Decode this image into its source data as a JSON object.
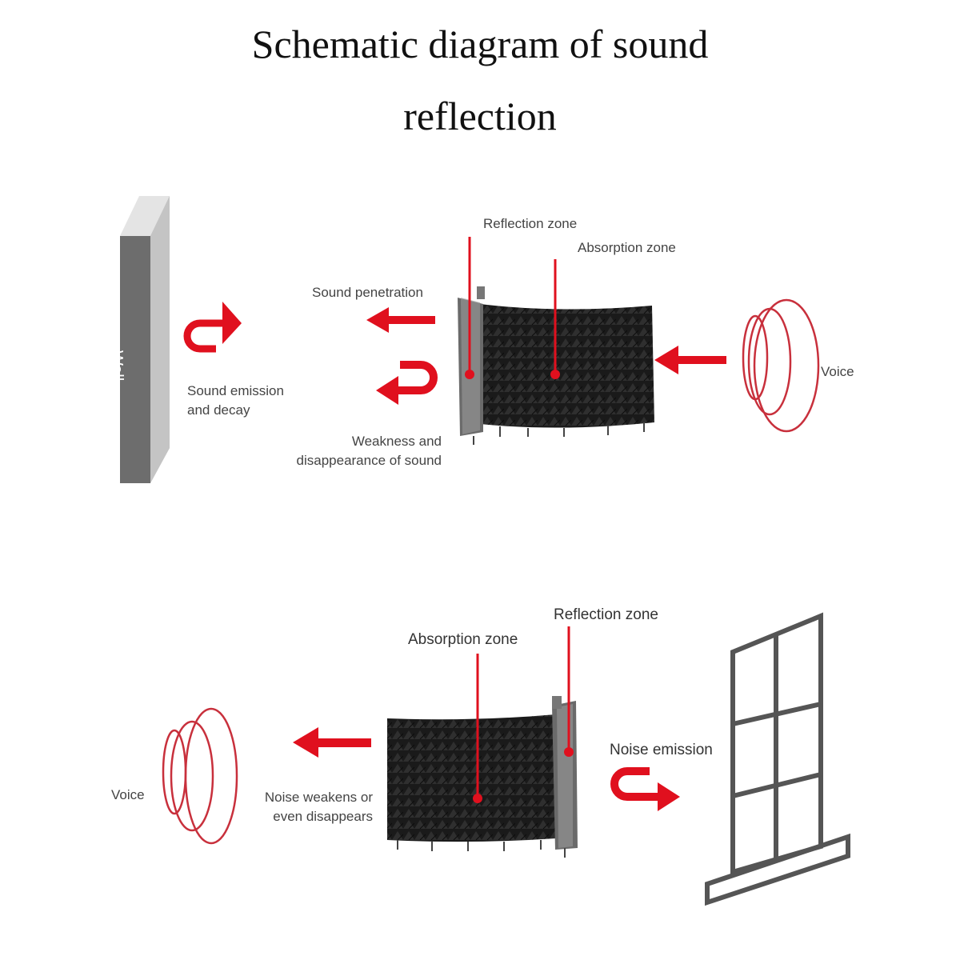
{
  "title": {
    "line1": "Schematic diagram of sound",
    "line2": "reflection"
  },
  "top_diagram": {
    "wall_label": "Wall",
    "reflection_zone": "Reflection zone",
    "absorption_zone": "Absorption zone",
    "sound_penetration": "Sound penetration",
    "sound_emission_line1": "Sound emission",
    "sound_emission_line2": "and decay",
    "weakness_line1": "Weakness and",
    "weakness_line2": "disappearance of sound",
    "voice": "Voice"
  },
  "bottom_diagram": {
    "reflection_zone": "Reflection zone",
    "absorption_zone": "Absorption zone",
    "noise_emission": "Noise emission",
    "noise_weakens_line1": "Noise weakens or",
    "noise_weakens_line2": "even disappears",
    "voice": "Voice"
  },
  "colors": {
    "accent_red": "#e0101e",
    "wave_red": "#c8303c",
    "wall_gray": "#6e6e6e",
    "foam_black": "#1b1b1b"
  }
}
